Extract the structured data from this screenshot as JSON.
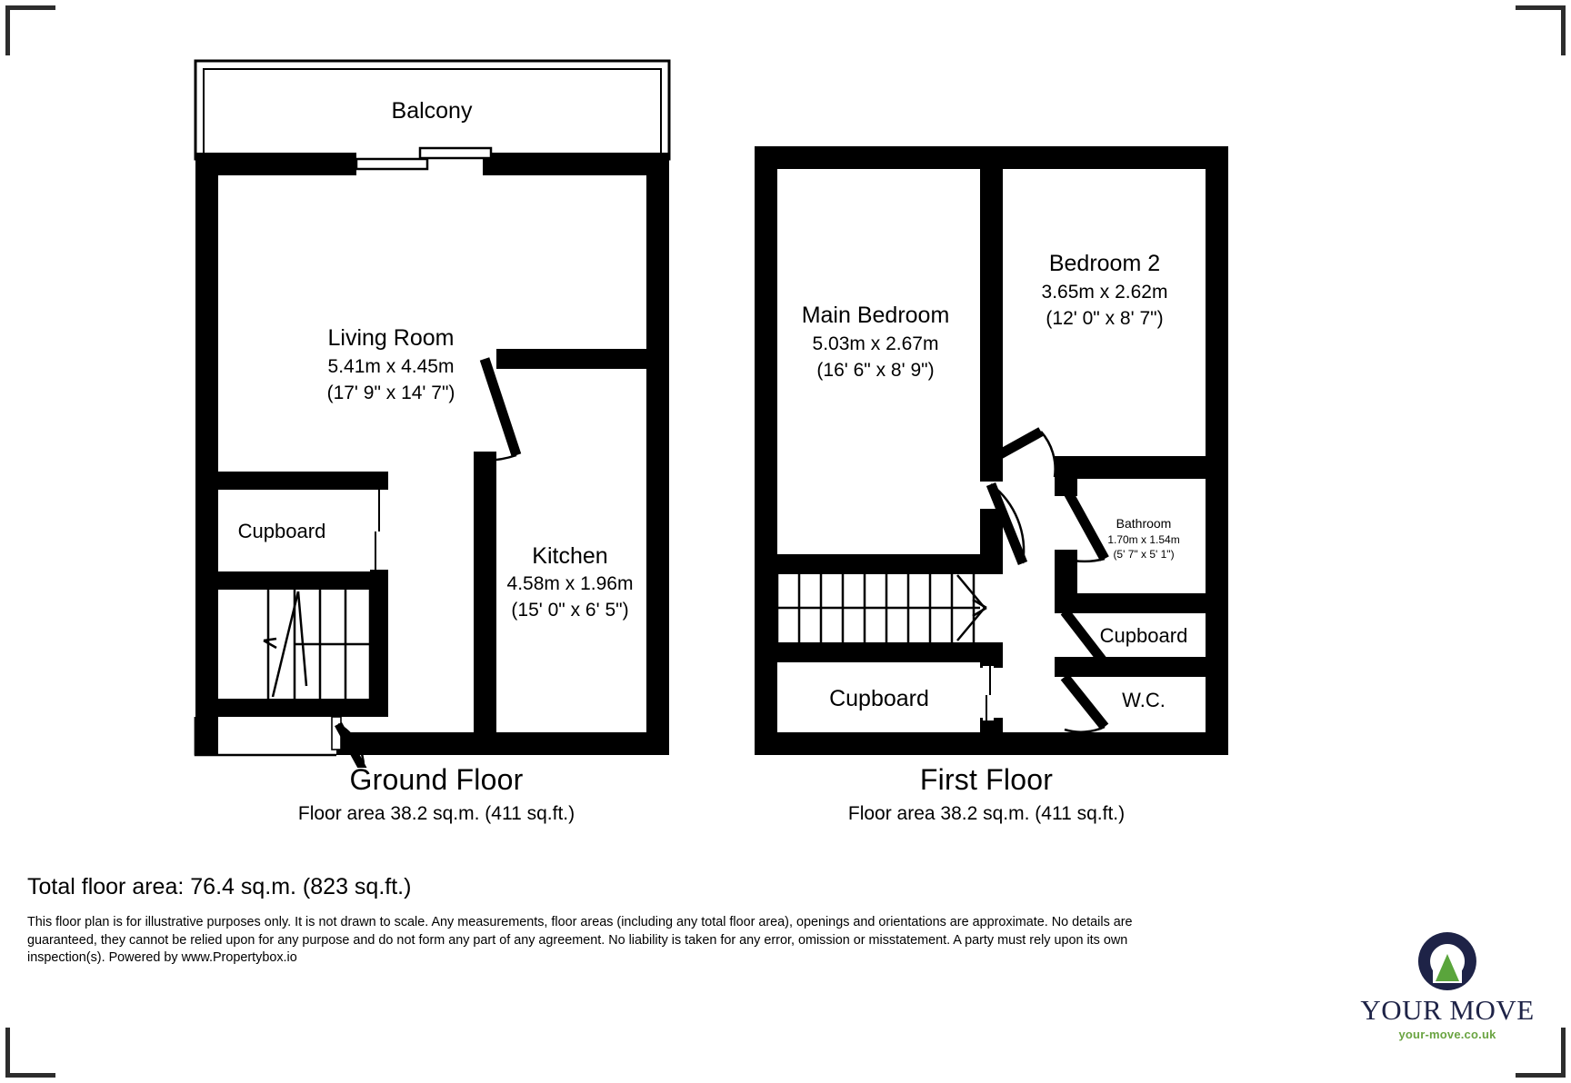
{
  "document": {
    "type": "floor-plan",
    "total_area_label": "Total floor area: 76.4 sq.m. (823 sq.ft.)",
    "disclaimer": "This floor plan is for illustrative purposes only. It is not drawn to scale. Any measurements, floor areas (including any total floor area), openings and orientations are approximate. No details are guaranteed, they cannot be relied upon for any purpose and do not form any part of any agreement. No liability is taken for any error, omission or misstatement. A party must rely upon its own inspection(s). Powered by www.Propertybox.io"
  },
  "floors": [
    {
      "id": "ground",
      "title": "Ground Floor",
      "area_label": "Floor area 38.2 sq.m. (411 sq.ft.)",
      "rooms": [
        {
          "name": "Balcony",
          "dim_m": "",
          "dim_ft": ""
        },
        {
          "name": "Living Room",
          "dim_m": "5.41m x 4.45m",
          "dim_ft": "(17' 9\" x 14' 7\")"
        },
        {
          "name": "Kitchen",
          "dim_m": "4.58m x 1.96m",
          "dim_ft": "(15' 0\" x 6' 5\")"
        },
        {
          "name": "Cupboard",
          "dim_m": "",
          "dim_ft": ""
        }
      ]
    },
    {
      "id": "first",
      "title": "First Floor",
      "area_label": "Floor area 38.2 sq.m. (411 sq.ft.)",
      "rooms": [
        {
          "name": "Main Bedroom",
          "dim_m": "5.03m x 2.67m",
          "dim_ft": "(16' 6\" x 8' 9\")"
        },
        {
          "name": "Bedroom 2",
          "dim_m": "3.65m x 2.62m",
          "dim_ft": "(12' 0\" x 8' 7\")"
        },
        {
          "name": "Bathroom",
          "dim_m": "1.70m x 1.54m",
          "dim_ft": "(5' 7\" x 5' 1\")"
        },
        {
          "name": "Cupboard",
          "dim_m": "",
          "dim_ft": ""
        },
        {
          "name": "W.C.",
          "dim_m": "",
          "dim_ft": ""
        }
      ]
    }
  ],
  "brand": {
    "wordmark": "YOUR MOVE",
    "url": "your-move.co.uk",
    "navy": "#1e2347",
    "green": "#6aa442"
  },
  "colors": {
    "wall": "#000000",
    "background": "#ffffff",
    "crop_mark": "#2d2d2d"
  }
}
